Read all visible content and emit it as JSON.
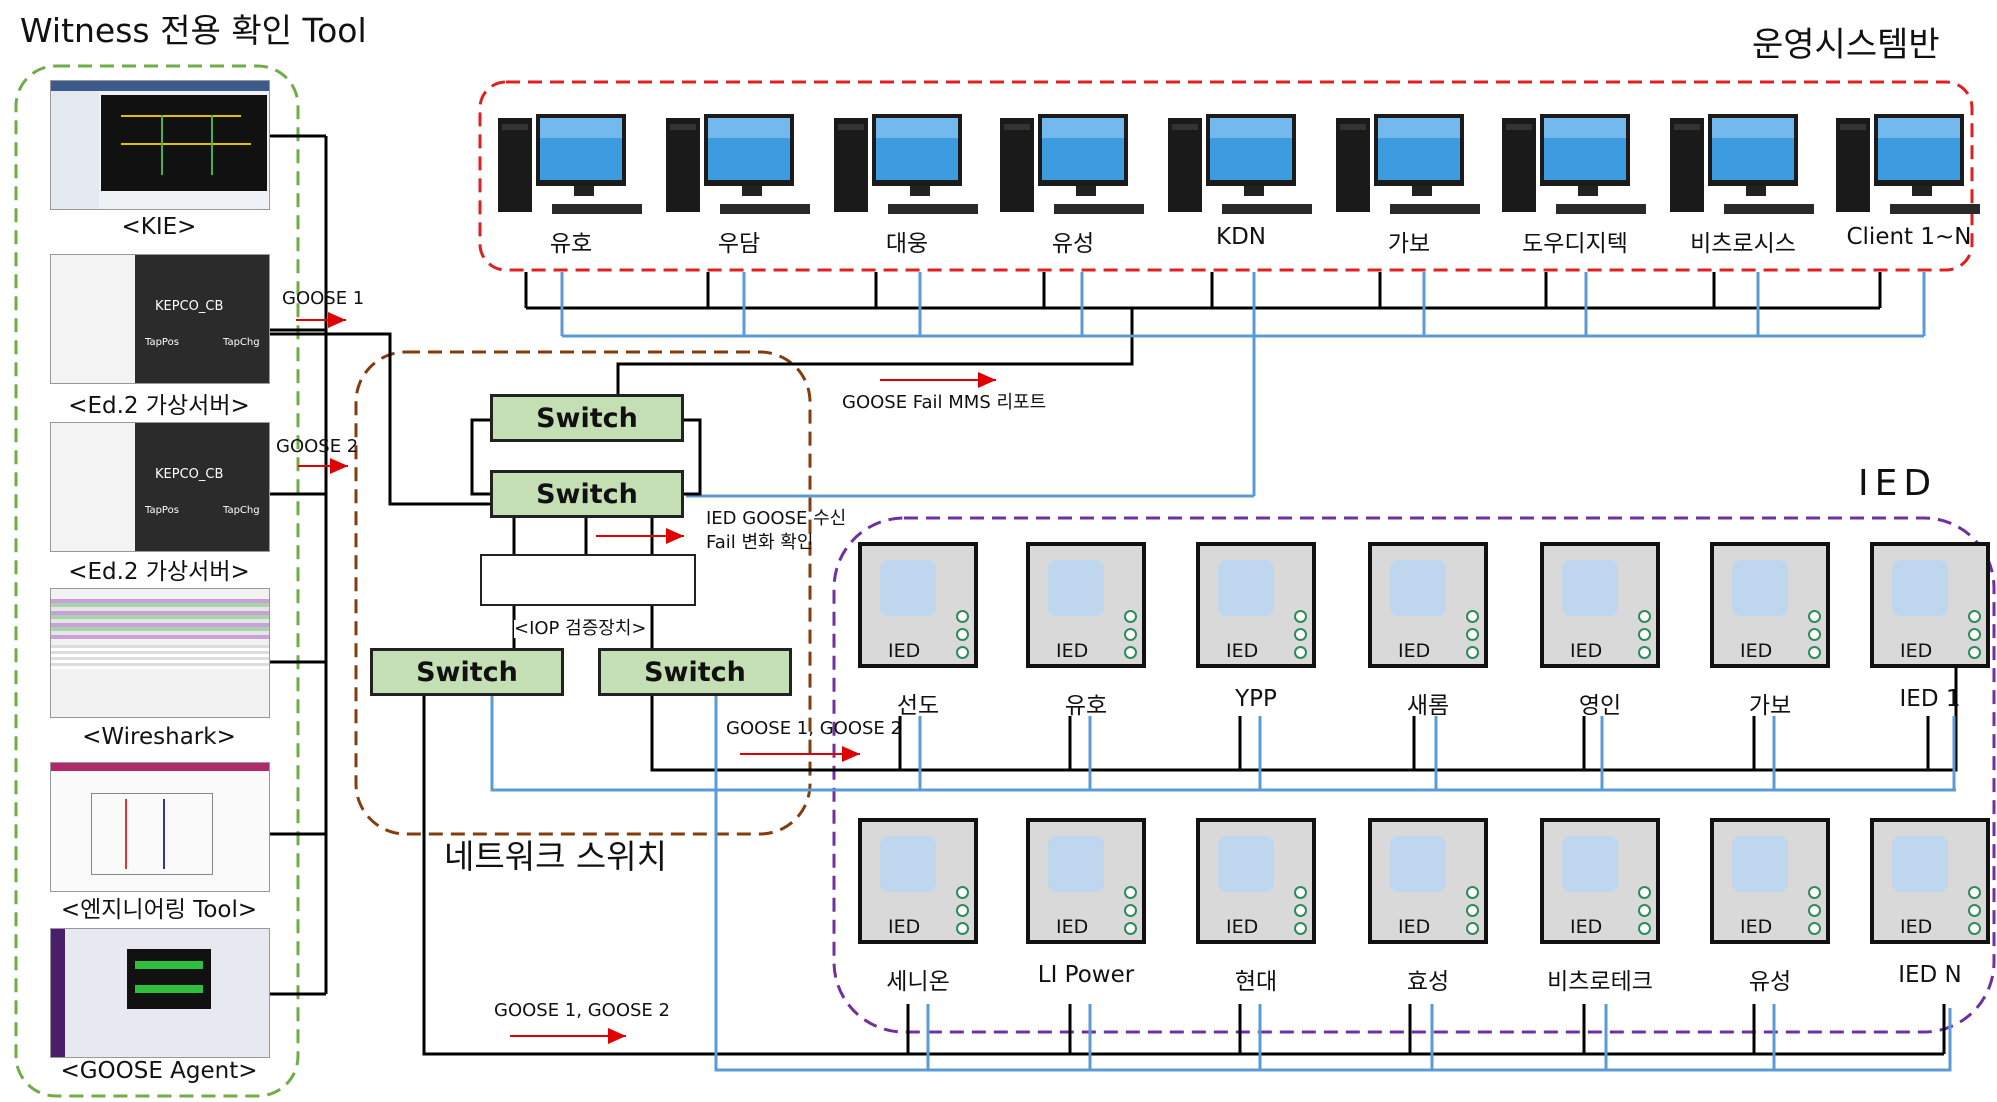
{
  "titles": {
    "witness": "Witness 전용 확인 Tool",
    "ops": "운영시스템반",
    "ied": "IED",
    "network": "네트워크 스위치"
  },
  "tools": [
    {
      "label": "<KIE>"
    },
    {
      "label": "<Ed.2 가상서버>",
      "screen_text": "KEPCO_CB",
      "pos": "TapPos",
      "chg": "TapChg"
    },
    {
      "label": "<Ed.2 가상서버>",
      "screen_text": "KEPCO_CB",
      "pos": "TapPos",
      "chg": "TapChg"
    },
    {
      "label": "<Wireshark>"
    },
    {
      "label": "<엔지니어링 Tool>"
    },
    {
      "label": "<GOOSE Agent>"
    }
  ],
  "ops_systems": [
    "유호",
    "우담",
    "대웅",
    "유성",
    "KDN",
    "가보",
    "도우디지텍",
    "비츠로시스",
    "Client 1~N"
  ],
  "switches": [
    "Switch",
    "Switch",
    "Switch",
    "Switch"
  ],
  "iop_label": "<IOP 검증장치>",
  "annotations": {
    "goose1": "GOOSE 1",
    "goose2": "GOOSE 2",
    "goose_fail_mms": "GOOSE Fail MMS 리포트",
    "ied_goose_recv_line1": "IED GOOSE 수신",
    "ied_goose_recv_line2": "Fail 변화 확인",
    "goose12_upper": "GOOSE 1, GOOSE 2",
    "goose12_lower": "GOOSE 1, GOOSE 2"
  },
  "ied_device_label": "IED",
  "ied_row1": [
    "선도",
    "유호",
    "YPP",
    "새롬",
    "영인",
    "가보",
    "IED 1"
  ],
  "ied_row2": [
    "세니온",
    "LI Power",
    "현대",
    "효성",
    "비츠로테크",
    "유성",
    "IED N"
  ],
  "colors": {
    "tools_border": "#70ad47",
    "ops_border": "#e02020",
    "net_border": "#843c0c",
    "ied_border": "#7030a0",
    "black_line": "#000000",
    "blue_line": "#5b9bd5",
    "arrow": "#e00000",
    "switch_fill": "#c5dfb4"
  }
}
